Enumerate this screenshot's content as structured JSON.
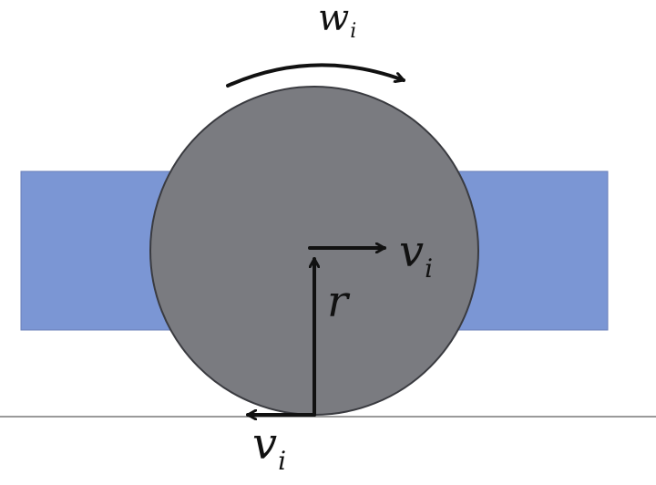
{
  "colors": {
    "background": "#ffffff",
    "wheel_fill": "#7a7b80",
    "wheel_stroke": "#3a3b40",
    "plate_fill": "#7b96d4",
    "plate_stroke": "#6a7fb8",
    "ground_line": "#9a9a9a",
    "arrow": "#111111"
  },
  "labels": {
    "angular_velocity": {
      "base": "w",
      "sub": "i"
    },
    "center_velocity": {
      "base": "v",
      "sub": "i"
    },
    "radius": {
      "base": "r"
    },
    "contact_velocity": {
      "base": "v",
      "sub": "i"
    }
  }
}
